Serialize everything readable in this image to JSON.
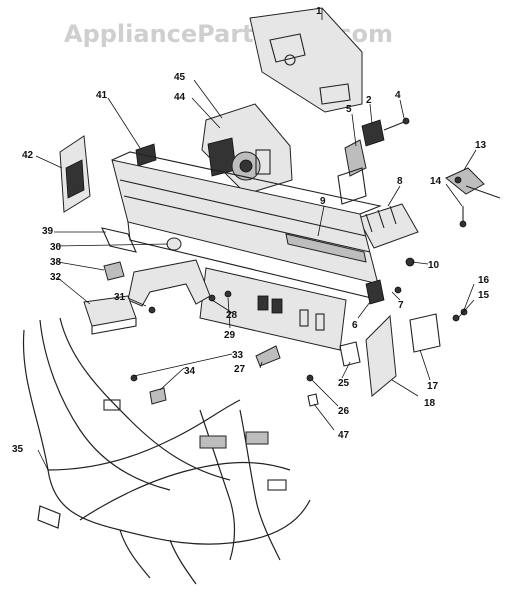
{
  "watermark": "AppliancePartsPros.com",
  "callouts": [
    "1",
    "2",
    "4",
    "5",
    "6",
    "7",
    "8",
    "9",
    "10",
    "13",
    "14",
    "15",
    "16",
    "17",
    "18",
    "25",
    "26",
    "27",
    "28",
    "29",
    "30",
    "31",
    "32",
    "33",
    "34",
    "35",
    "38",
    "39",
    "41",
    "42",
    "44",
    "45",
    "47"
  ]
}
